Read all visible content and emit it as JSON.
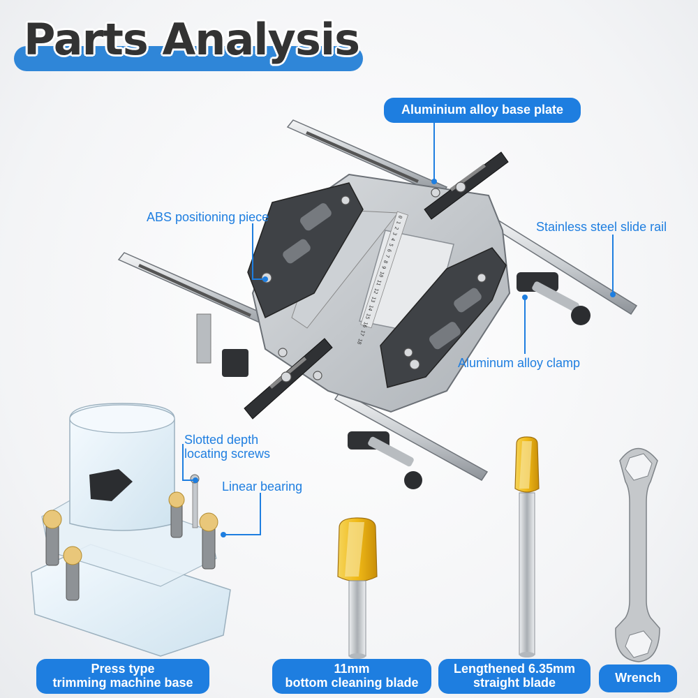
{
  "header": {
    "title": "Parts Analysis"
  },
  "callouts": {
    "base_plate": "Aluminium alloy base plate",
    "positioning_piece": "ABS positioning piece",
    "slide_rail": "Stainless steel slide rail",
    "clamp": "Aluminum alloy clamp",
    "depth_screws_line1": "Slotted depth",
    "depth_screws_line2": "locating screws",
    "linear_bearing": "Linear bearing"
  },
  "labels": {
    "trimming_base_line1": "Press type",
    "trimming_base_line2": "trimming machine base",
    "cleaning_blade_line1": "11mm",
    "cleaning_blade_line2": "bottom cleaning blade",
    "straight_blade_line1": "Lengthened 6.35mm",
    "straight_blade_line2": "straight blade",
    "wrench": "Wrench"
  },
  "ruler": {
    "ticks": "0 1 2 3 4 5 6 7 8 9 10 11 12 13 14 15 16 17 18"
  },
  "colors": {
    "accent": "#1e7ee0",
    "title_bar": "#2f86d8",
    "title_text": "#333333"
  }
}
